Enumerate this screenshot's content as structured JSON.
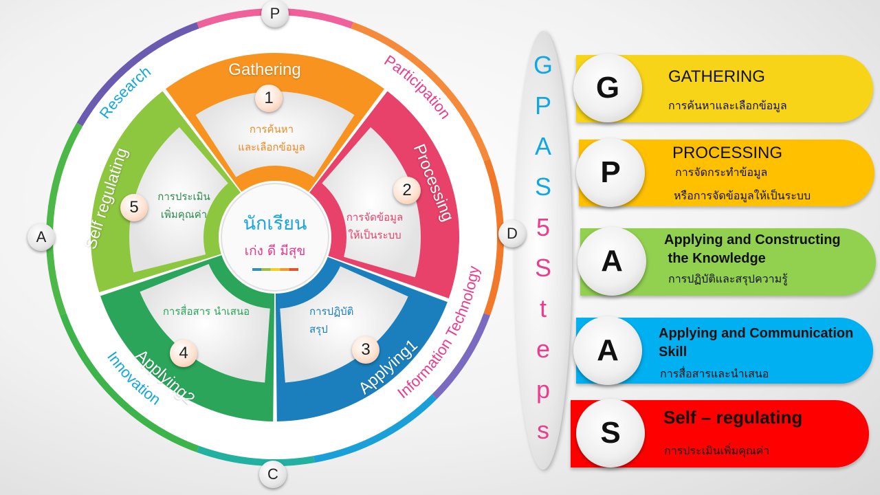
{
  "center": {
    "title": "นักเรียน",
    "subtitle": "เก่ง ดี มีสุข",
    "colors": [
      "#3a8fb0",
      "#9cc03b",
      "#f2d21c",
      "#f39a2a",
      "#e2542b"
    ]
  },
  "ring": {
    "badges": [
      "P",
      "A",
      "D",
      "C"
    ],
    "labels": {
      "research": "Research",
      "participation": "Participation",
      "information_technology": "Information Technology",
      "innovation": "Innovation"
    }
  },
  "segments": [
    {
      "title": "Gathering",
      "number": "1",
      "description": [
        "การค้นหา",
        "และเลือกข้อมูล"
      ],
      "color": "#f7931e"
    },
    {
      "title": "Processing",
      "number": "2",
      "description": [
        "การจัดข้อมูล",
        "ให้เป็นระบบ"
      ],
      "color": "#e8416a"
    },
    {
      "title": "Applying1",
      "number": "3",
      "description": [
        "การปฏิบัติ",
        "สรุป"
      ],
      "color": "#1b7fbd"
    },
    {
      "title": "Applying2",
      "number": "4",
      "description": [
        "การสื่อสาร นำเสนอ"
      ],
      "color": "#2aa55a"
    },
    {
      "title": "Self regulating",
      "number": "5",
      "description": [
        "การประเมิน",
        "เพิ่มคุณค่า"
      ],
      "color": "#8dc63f"
    }
  ],
  "gpas_title": [
    "G",
    "P",
    "A",
    "S",
    "5",
    "S",
    "t",
    "e",
    "p",
    "s"
  ],
  "steps": [
    {
      "letter": "G",
      "heading": "GATHERING",
      "description": "การค้นหาและเลือกข้อมูล",
      "color": "#f7d417"
    },
    {
      "letter": "P",
      "heading": "PROCESSING",
      "description": [
        "การจัดกระทำข้อมูล",
        "หรือการจัดข้อมูลให้เป็นระบบ"
      ],
      "color": "#ffc000"
    },
    {
      "letter": "A",
      "heading": [
        "Applying and Constructing",
        " the Knowledge"
      ],
      "description": "การปฏิบัติและสรุปความรู้",
      "color": "#92d050"
    },
    {
      "letter": "A",
      "heading": [
        "Applying and Communication",
        "Skill"
      ],
      "description": "การสื่อสารและนำเสนอ",
      "color": "#00b0f0"
    },
    {
      "letter": "S",
      "heading": "Self – regulating",
      "description": "การประเมินเพิ่มคุณค่า",
      "color": "#ff0000"
    }
  ]
}
